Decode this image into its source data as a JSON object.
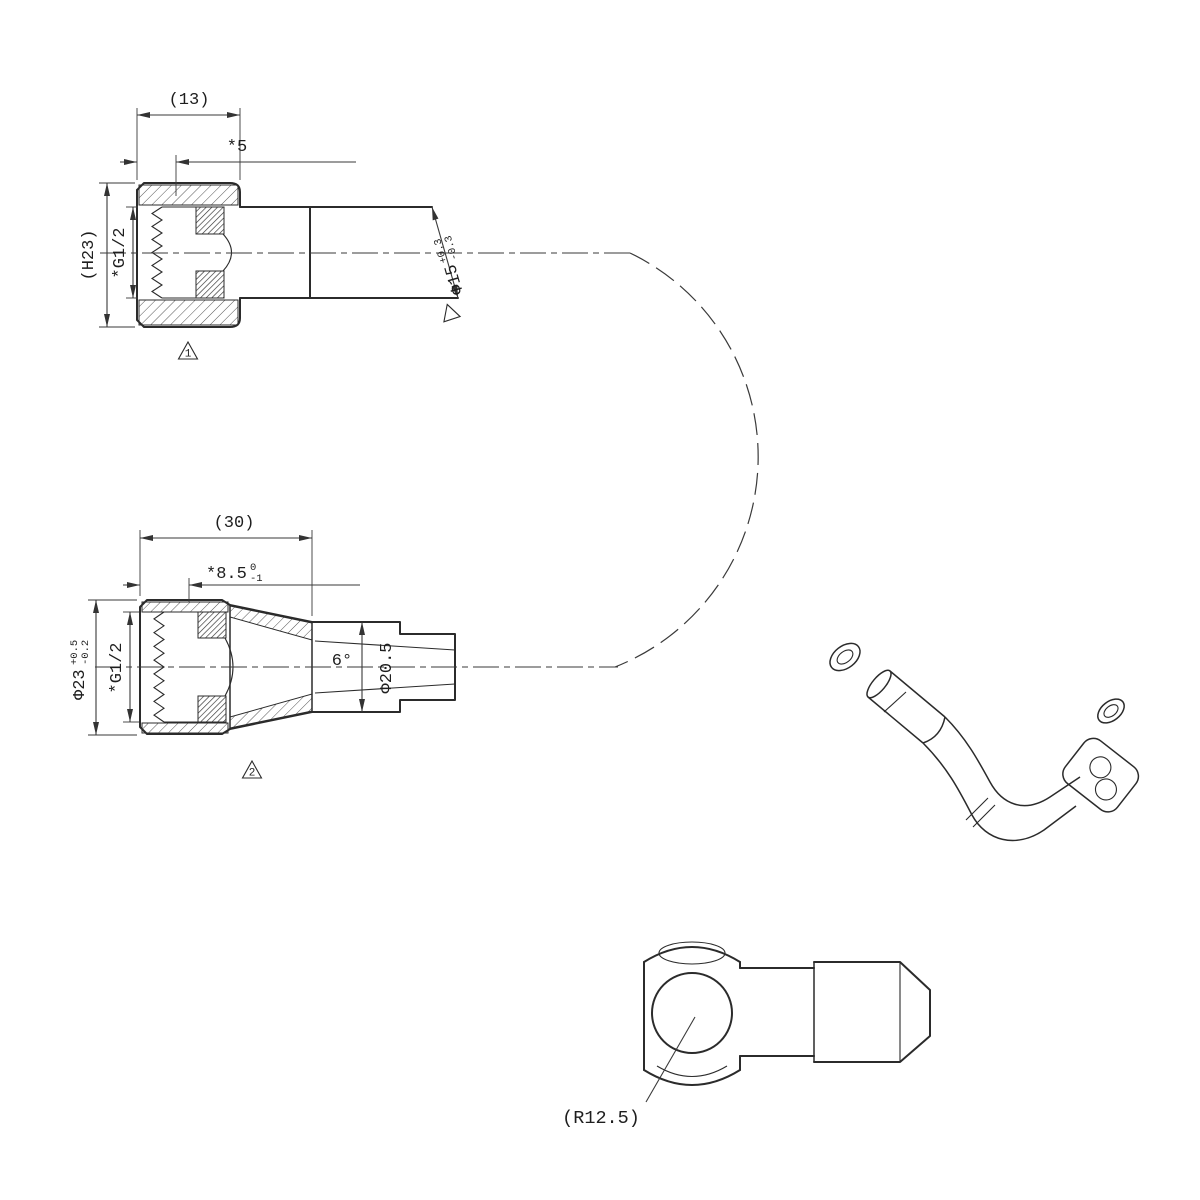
{
  "colors": {
    "line": "#2b2b2b",
    "dim_line": "#3a3a3a",
    "background": "#ffffff"
  },
  "views": {
    "upper_connector": {
      "dim_width": "(13)",
      "dim_thread_depth": "*5",
      "dim_height": "(H23)",
      "dim_thread": "*G1/2",
      "dim_pipe_dia": "Φ15",
      "dim_pipe_dia_tol_upper": "+0.3",
      "dim_pipe_dia_tol_lower": "-0.3",
      "note_flag": "1"
    },
    "lower_connector": {
      "dim_length": "(30)",
      "dim_thread_depth": "*8.5",
      "dim_thread_depth_tol_upper": "0",
      "dim_thread_depth_tol_lower": "-1",
      "dim_outer_dia": "Φ23",
      "dim_outer_dia_tol_upper": "+0.5",
      "dim_outer_dia_tol_lower": "-0.2",
      "dim_thread": "*G1/2",
      "dim_taper_angle": "6°",
      "dim_bore_dia": "Φ20.5",
      "note_flag": "2"
    },
    "elbow_detail": {
      "dim_radius": "(R12.5)"
    }
  }
}
